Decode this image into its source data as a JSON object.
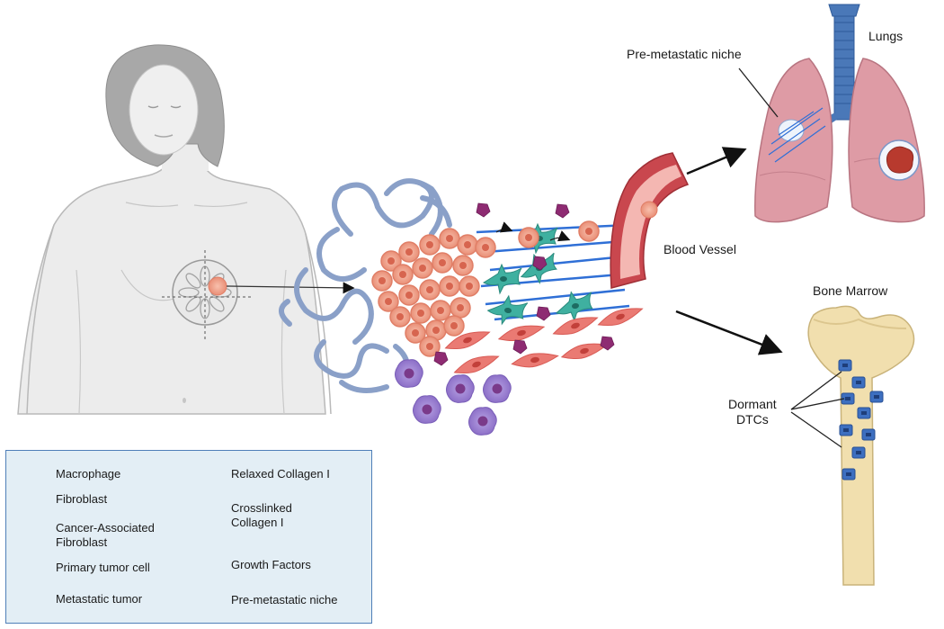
{
  "labels": {
    "pre_metastatic_niche": "Pre-metastatic niche",
    "lungs": "Lungs",
    "blood_vessel": "Blood Vessel",
    "bone_marrow": "Bone Marrow",
    "dormant_line1": "Dormant",
    "dormant_line2": "DTCs"
  },
  "legend": {
    "macrophage": "Macrophage",
    "fibroblast": "Fibroblast",
    "caf_line1": "Cancer-Associated",
    "caf_line2": "Fibroblast",
    "primary_tumor_cell": "Primary tumor cell",
    "metastatic_tumor": "Metastatic tumor",
    "relaxed_collagen": "Relaxed Collagen I",
    "crosslinked_line1": "Crosslinked",
    "crosslinked_line2": "Collagen I",
    "growth_factors": "Growth Factors",
    "pre_metastatic_niche": "Pre-metastatic niche"
  },
  "colors": {
    "macrophage": "#9b7fd0",
    "macrophage_nucleus": "#7a3a8a",
    "fibroblast": "#e8706a",
    "caf": "#3aa79a",
    "tumor_cell": "#f2a48e",
    "metastatic": "#b83a2e",
    "collagen": "#8aa0c8",
    "crosslink": "#2f6fd6",
    "growth_factor": "#8a2a6e",
    "lung": "#de9ba5",
    "bone": "#f1dfae",
    "vessel": "#c9474e",
    "body": "#ececec"
  }
}
